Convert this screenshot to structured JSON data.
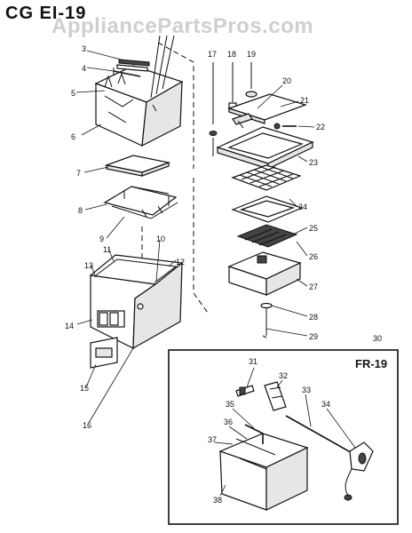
{
  "diagram": {
    "model_title": "CG EI-19",
    "watermark": "AppliancePartsPros.com",
    "inset_title": "FR-19",
    "inset_callout": "30",
    "footer_left": "",
    "footer_right": ""
  },
  "labels": [
    "3",
    "4",
    "5",
    "6",
    "7",
    "8",
    "9",
    "10",
    "11",
    "12",
    "13",
    "14",
    "15",
    "16",
    "17",
    "18",
    "19",
    "20",
    "21",
    "22",
    "23",
    "24",
    "25",
    "26",
    "27",
    "28",
    "29",
    "30",
    "31",
    "32",
    "33",
    "34",
    "35",
    "36",
    "37",
    "38"
  ]
}
